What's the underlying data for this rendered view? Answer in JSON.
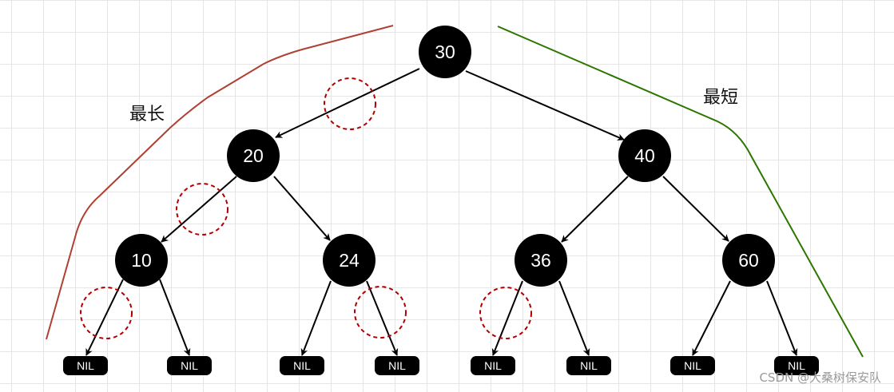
{
  "labels": {
    "longest": "最长",
    "shortest": "最短"
  },
  "watermark": "CSDN @大桑树保安队",
  "colors": {
    "node_fill": "#000000",
    "node_text": "#ffffff",
    "edge": "#000000",
    "longest_path": "#ae4132",
    "shortest_path": "#2d7600",
    "dashed_circle": "#b20000"
  },
  "tree": {
    "root": "30",
    "level1": [
      "20",
      "40"
    ],
    "level2": [
      "10",
      "24",
      "36",
      "60"
    ],
    "leaves": [
      "NIL",
      "NIL",
      "NIL",
      "NIL",
      "NIL",
      "NIL",
      "NIL",
      "NIL"
    ]
  }
}
